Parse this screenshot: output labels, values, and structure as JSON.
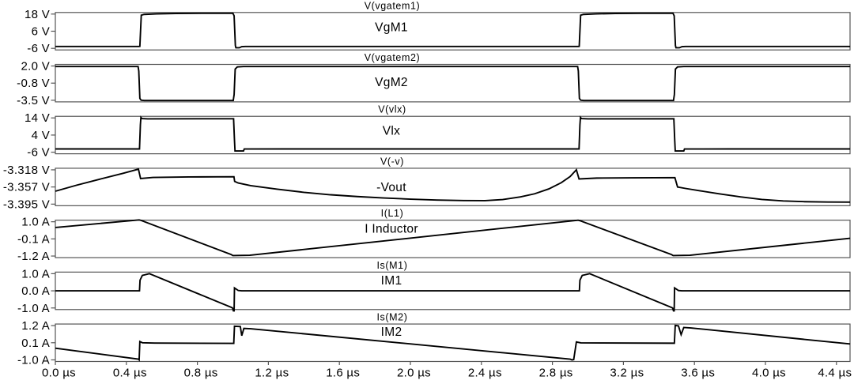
{
  "figure": {
    "background": "#ffffff",
    "waveform_color": "#000000",
    "frame_color": "#555555"
  },
  "x_axis": {
    "unit": "µs",
    "tick_labels": [
      "0.0 µs",
      "0.4 µs",
      "0.8 µs",
      "1.2 µs",
      "1.6 µs",
      "2.0 µs",
      "2.4 µs",
      "2.8 µs",
      "3.2 µs",
      "3.6 µs",
      "4.0 µs",
      "4.4 µs"
    ],
    "tick_values": [
      0.0,
      0.4,
      0.8,
      1.2,
      1.6,
      2.0,
      2.4,
      2.8,
      3.2,
      3.6,
      4.0,
      4.4
    ],
    "range_us": [
      0,
      4.477
    ]
  },
  "chart_data": [
    {
      "type": "line",
      "title": "V(vgatem1)",
      "label": "VgM1",
      "y_ticks": [
        {
          "value": 18,
          "label": "18 V"
        },
        {
          "value": 6,
          "label": "6 V"
        },
        {
          "value": -6,
          "label": "-6 V"
        }
      ],
      "points": [
        [
          0,
          -4.7
        ],
        [
          0.47,
          -4.7
        ],
        [
          0.476,
          -4.6
        ],
        [
          0.484,
          17.2
        ],
        [
          0.5,
          17.75
        ],
        [
          0.57,
          18.15
        ],
        [
          0.68,
          18.4
        ],
        [
          0.82,
          18.55
        ],
        [
          1.0,
          18.55
        ],
        [
          1.007,
          16.8
        ],
        [
          1.014,
          -4.0
        ],
        [
          1.017,
          -5.6
        ],
        [
          1.036,
          -5.6
        ],
        [
          1.05,
          -4.8
        ],
        [
          1.07,
          -4.7
        ],
        [
          2.945,
          -4.7
        ],
        [
          2.951,
          -4.6
        ],
        [
          2.959,
          17.2
        ],
        [
          2.975,
          17.75
        ],
        [
          3.045,
          18.15
        ],
        [
          3.155,
          18.4
        ],
        [
          3.295,
          18.55
        ],
        [
          3.479,
          18.55
        ],
        [
          3.486,
          16.8
        ],
        [
          3.493,
          -4.0
        ],
        [
          3.496,
          -5.6
        ],
        [
          3.515,
          -5.6
        ],
        [
          3.53,
          -4.8
        ],
        [
          3.55,
          -4.7
        ],
        [
          4.477,
          -4.7
        ]
      ]
    },
    {
      "type": "line",
      "title": "V(vgatem2)",
      "label": "VgM2",
      "y_ticks": [
        {
          "value": 2.0,
          "label": "2.0 V"
        },
        {
          "value": -0.8,
          "label": "-0.8 V"
        },
        {
          "value": -3.5,
          "label": "-3.5 V"
        }
      ],
      "points": [
        [
          0,
          1.92
        ],
        [
          0.466,
          1.92
        ],
        [
          0.47,
          1.2
        ],
        [
          0.476,
          -3.2
        ],
        [
          0.483,
          -3.48
        ],
        [
          0.5,
          -3.53
        ],
        [
          0.55,
          -3.54
        ],
        [
          1.002,
          -3.54
        ],
        [
          1.007,
          -2.6
        ],
        [
          1.013,
          1.5
        ],
        [
          1.025,
          1.85
        ],
        [
          1.06,
          1.92
        ],
        [
          2.942,
          1.92
        ],
        [
          2.946,
          1.2
        ],
        [
          2.952,
          -3.2
        ],
        [
          2.959,
          -3.48
        ],
        [
          2.976,
          -3.53
        ],
        [
          3.03,
          -3.54
        ],
        [
          3.482,
          -3.54
        ],
        [
          3.487,
          -2.6
        ],
        [
          3.493,
          1.5
        ],
        [
          3.505,
          1.85
        ],
        [
          3.54,
          1.92
        ],
        [
          4.477,
          1.92
        ]
      ]
    },
    {
      "type": "line",
      "title": "V(vlx)",
      "label": "Vlx",
      "y_ticks": [
        {
          "value": 14,
          "label": "14 V"
        },
        {
          "value": 4,
          "label": "4 V"
        },
        {
          "value": -6,
          "label": "-6 V"
        }
      ],
      "points": [
        [
          0,
          -4.1
        ],
        [
          0.474,
          -4.1
        ],
        [
          0.479,
          10
        ],
        [
          0.482,
          14.3
        ],
        [
          0.488,
          13.6
        ],
        [
          0.52,
          13.45
        ],
        [
          1.004,
          13.5
        ],
        [
          1.009,
          1
        ],
        [
          1.012,
          -5.3
        ],
        [
          1.06,
          -5.3
        ],
        [
          1.064,
          -4.15
        ],
        [
          1.3,
          -4.1
        ],
        [
          2.95,
          -4.1
        ],
        [
          2.955,
          10
        ],
        [
          2.958,
          14.3
        ],
        [
          2.964,
          13.6
        ],
        [
          3.0,
          13.45
        ],
        [
          3.484,
          13.5
        ],
        [
          3.489,
          1
        ],
        [
          3.492,
          -5.3
        ],
        [
          3.54,
          -5.3
        ],
        [
          3.544,
          -4.15
        ],
        [
          3.8,
          -4.1
        ],
        [
          4.477,
          -4.1
        ]
      ]
    },
    {
      "type": "line",
      "title": "V(-v)",
      "label": "-Vout",
      "y_ticks": [
        {
          "value": -3.318,
          "label": "-3.318 V"
        },
        {
          "value": -3.357,
          "label": "-3.357 V"
        },
        {
          "value": -3.395,
          "label": "-3.395 V"
        }
      ],
      "points": [
        [
          0,
          -3.366
        ],
        [
          0.12,
          -3.3525
        ],
        [
          0.25,
          -3.339
        ],
        [
          0.38,
          -3.326
        ],
        [
          0.468,
          -3.3165
        ],
        [
          0.48,
          -3.3375
        ],
        [
          0.55,
          -3.335
        ],
        [
          0.75,
          -3.334
        ],
        [
          1.006,
          -3.3335
        ],
        [
          1.01,
          -3.344
        ],
        [
          1.03,
          -3.3475
        ],
        [
          1.1,
          -3.3535
        ],
        [
          1.25,
          -3.3615
        ],
        [
          1.4,
          -3.3685
        ],
        [
          1.55,
          -3.374
        ],
        [
          1.7,
          -3.378
        ],
        [
          1.85,
          -3.3812
        ],
        [
          2.0,
          -3.3838
        ],
        [
          2.15,
          -3.3858
        ],
        [
          2.3,
          -3.387
        ],
        [
          2.42,
          -3.3872
        ],
        [
          2.52,
          -3.3848
        ],
        [
          2.62,
          -3.3788
        ],
        [
          2.7,
          -3.3718
        ],
        [
          2.78,
          -3.3608
        ],
        [
          2.85,
          -3.3468
        ],
        [
          2.9,
          -3.333
        ],
        [
          2.935,
          -3.3178
        ],
        [
          2.95,
          -3.3385
        ],
        [
          3.05,
          -3.3365
        ],
        [
          3.25,
          -3.336
        ],
        [
          3.49,
          -3.3355
        ],
        [
          3.505,
          -3.3565
        ],
        [
          3.55,
          -3.3598
        ],
        [
          3.63,
          -3.365
        ],
        [
          3.74,
          -3.3718
        ],
        [
          3.86,
          -3.3788
        ],
        [
          3.98,
          -3.3845
        ],
        [
          4.1,
          -3.3878
        ],
        [
          4.22,
          -3.3895
        ],
        [
          4.35,
          -3.3902
        ],
        [
          4.477,
          -3.3905
        ]
      ]
    },
    {
      "type": "line",
      "title": "I(L1)",
      "label": "I Inductor",
      "y_ticks": [
        {
          "value": 1.0,
          "label": "1.0 A"
        },
        {
          "value": -0.1,
          "label": "-0.1 A"
        },
        {
          "value": -1.2,
          "label": "-1.2 A"
        }
      ],
      "points": [
        [
          0,
          0.63
        ],
        [
          0.472,
          1.12
        ],
        [
          0.482,
          1.09
        ],
        [
          0.99,
          -1.1
        ],
        [
          1.0,
          -1.17
        ],
        [
          1.03,
          -1.16
        ],
        [
          1.095,
          -1.15
        ],
        [
          2.945,
          1.1
        ],
        [
          2.955,
          1.07
        ],
        [
          3.47,
          -1.1
        ],
        [
          3.48,
          -1.17
        ],
        [
          3.51,
          -1.16
        ],
        [
          3.575,
          -1.15
        ],
        [
          4.477,
          -0.06
        ]
      ]
    },
    {
      "type": "line",
      "title": "Is(M1)",
      "label": "IM1",
      "y_ticks": [
        {
          "value": 1.0,
          "label": "1.0 A"
        },
        {
          "value": 0.0,
          "label": "0.0 A"
        },
        {
          "value": -1.0,
          "label": "-1.0 A"
        }
      ],
      "points": [
        [
          0,
          0
        ],
        [
          0.474,
          0
        ],
        [
          0.477,
          0.62
        ],
        [
          0.49,
          0.9
        ],
        [
          0.53,
          1.0
        ],
        [
          0.99,
          -0.96
        ],
        [
          0.998,
          -1.0
        ],
        [
          1.003,
          -1.17
        ],
        [
          1.007,
          -1.17
        ],
        [
          1.009,
          0.17
        ],
        [
          1.03,
          0.02
        ],
        [
          1.05,
          0
        ],
        [
          2.952,
          0
        ],
        [
          2.955,
          0.62
        ],
        [
          2.968,
          0.9
        ],
        [
          3.01,
          1.0
        ],
        [
          3.468,
          -0.96
        ],
        [
          3.477,
          -1.0
        ],
        [
          3.482,
          -1.17
        ],
        [
          3.486,
          -1.17
        ],
        [
          3.488,
          0.17
        ],
        [
          3.51,
          0.02
        ],
        [
          3.53,
          0
        ],
        [
          4.477,
          0
        ]
      ]
    },
    {
      "type": "line",
      "title": "Is(M2)",
      "label": "IM2",
      "y_ticks": [
        {
          "value": 1.2,
          "label": "1.2 A"
        },
        {
          "value": 0.1,
          "label": "0.1 A"
        },
        {
          "value": -1.0,
          "label": "-1.0 A"
        }
      ],
      "points": [
        [
          0,
          -0.25
        ],
        [
          0.468,
          -0.95
        ],
        [
          0.472,
          -1.0
        ],
        [
          0.476,
          0.18
        ],
        [
          0.49,
          0.1
        ],
        [
          0.56,
          0.08
        ],
        [
          1.005,
          0.06
        ],
        [
          1.009,
          1.16
        ],
        [
          1.042,
          1.14
        ],
        [
          1.05,
          0.55
        ],
        [
          1.062,
          1.02
        ],
        [
          1.1,
          1.0
        ],
        [
          2.9,
          -0.95
        ],
        [
          2.91,
          -1.0
        ],
        [
          2.92,
          -0.98
        ],
        [
          2.935,
          0.15
        ],
        [
          2.96,
          0.09
        ],
        [
          3.487,
          0.07
        ],
        [
          3.492,
          1.21
        ],
        [
          3.51,
          1.18
        ],
        [
          3.525,
          0.62
        ],
        [
          3.54,
          1.08
        ],
        [
          3.58,
          1.05
        ],
        [
          4.477,
          0.02
        ]
      ]
    }
  ]
}
